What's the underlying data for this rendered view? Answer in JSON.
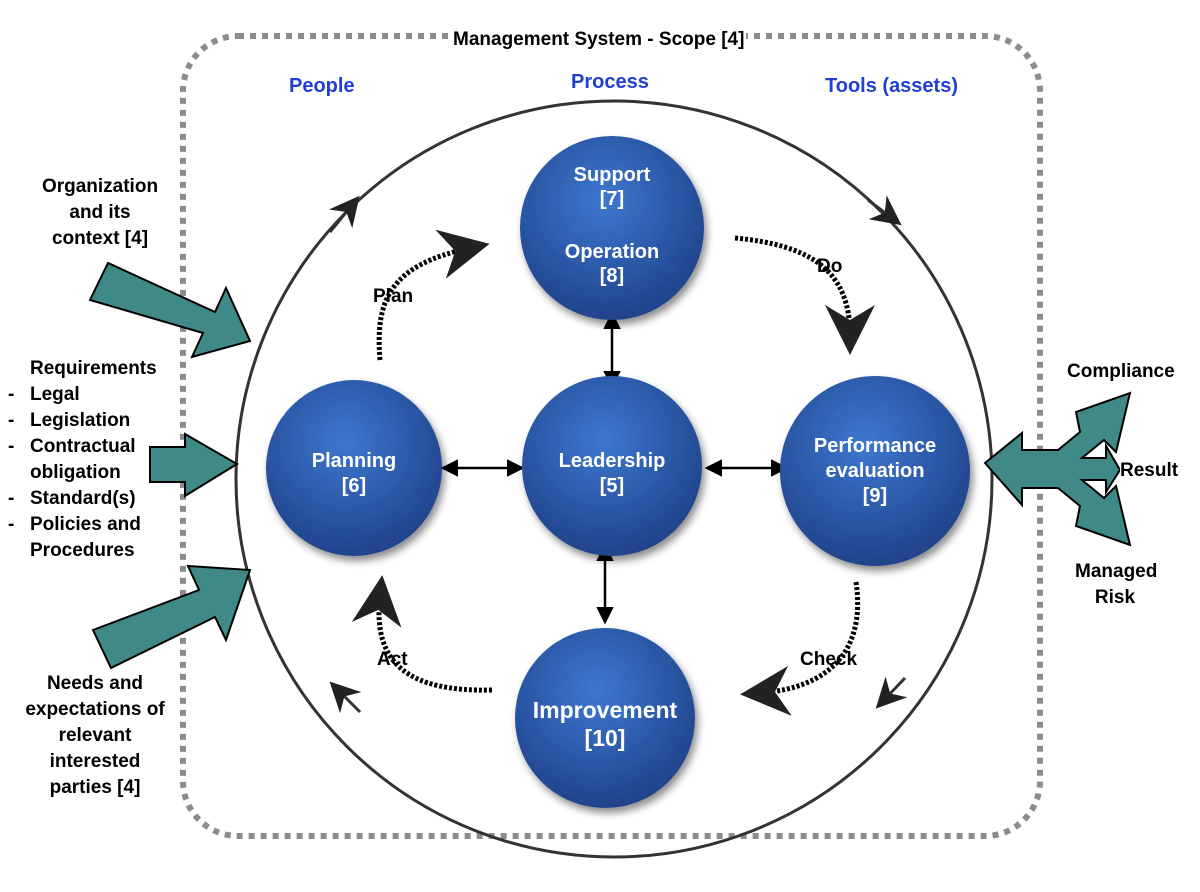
{
  "scope_title": "Management System - Scope [4]",
  "headers": {
    "people": "People",
    "process": "Process",
    "tools": "Tools (assets)"
  },
  "nodes": {
    "support": {
      "label": "Support",
      "ref": "[7]"
    },
    "operation": {
      "label": "Operation",
      "ref": "[8]"
    },
    "planning": {
      "label": "Planning",
      "ref": "[6]"
    },
    "leadership": {
      "label": "Leadership",
      "ref": "[5]"
    },
    "performance": {
      "line1": "Performance",
      "line2": "evaluation",
      "ref": "[9]"
    },
    "improvement": {
      "label": "Improvement",
      "ref": "[10]"
    }
  },
  "cycle": {
    "plan": "Plan",
    "do": "Do",
    "check": "Check",
    "act": "Act"
  },
  "inputs": {
    "context": [
      "Organization",
      "and its",
      "context [4]"
    ],
    "requirements": {
      "title": "Requirements",
      "items": [
        "Legal",
        "Legislation",
        "Contractual",
        "obligation",
        "Standard(s)",
        "Policies and",
        "Procedures"
      ]
    },
    "needs": [
      "Needs and",
      "expectations of",
      "relevant",
      "interested",
      "parties [4]"
    ]
  },
  "outputs": {
    "compliance": "Compliance",
    "result": "Result",
    "managed_risk": [
      "Managed",
      "Risk"
    ]
  },
  "colors": {
    "node_light": "#3e78d0",
    "node_dark": "#1d3f86",
    "arrow_fill": "#3f8a87",
    "scope_border": "#8c8c8c",
    "header_blue": "#1f3fd6"
  }
}
